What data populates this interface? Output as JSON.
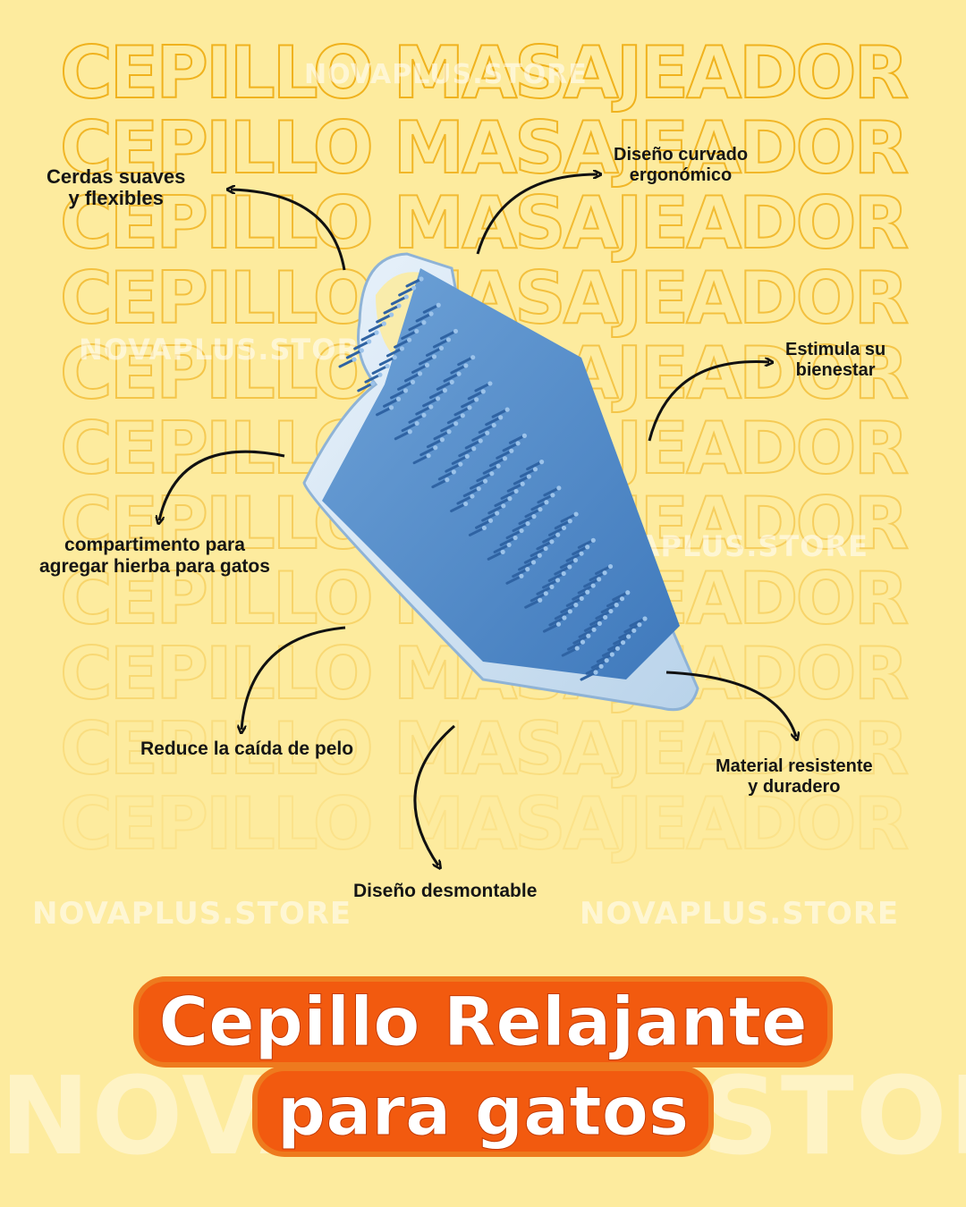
{
  "background": {
    "repeated_text": "CEPILLO MASAJEADOR",
    "rows": 11,
    "color": "#FDEB9E",
    "outline_color": "#F0B21E"
  },
  "watermarks": {
    "text": "NOVAPLUS.STORE",
    "big_text": "NOVAPLUS.STORE"
  },
  "labels": {
    "cerdas": [
      "Cerdas suaves",
      "y flexibles"
    ],
    "curvado": [
      "Diseño curvado",
      "ergonómico"
    ],
    "estimula": [
      "Estimula su",
      "bienestar"
    ],
    "compartimento": [
      "compartimento para",
      "agregar hierba  para gatos"
    ],
    "caida": "Reduce la caída de pelo",
    "material": [
      "Material resistente",
      "y duradero"
    ],
    "desmontable": "Diseño desmontable"
  },
  "title": {
    "line1": "Cepillo Relajante",
    "line2": "para gatos",
    "bg_color": "#F25A0F"
  },
  "icons": {
    "product": "cat-self-groomer-brush",
    "arrows": "curved-arrow-icon"
  }
}
